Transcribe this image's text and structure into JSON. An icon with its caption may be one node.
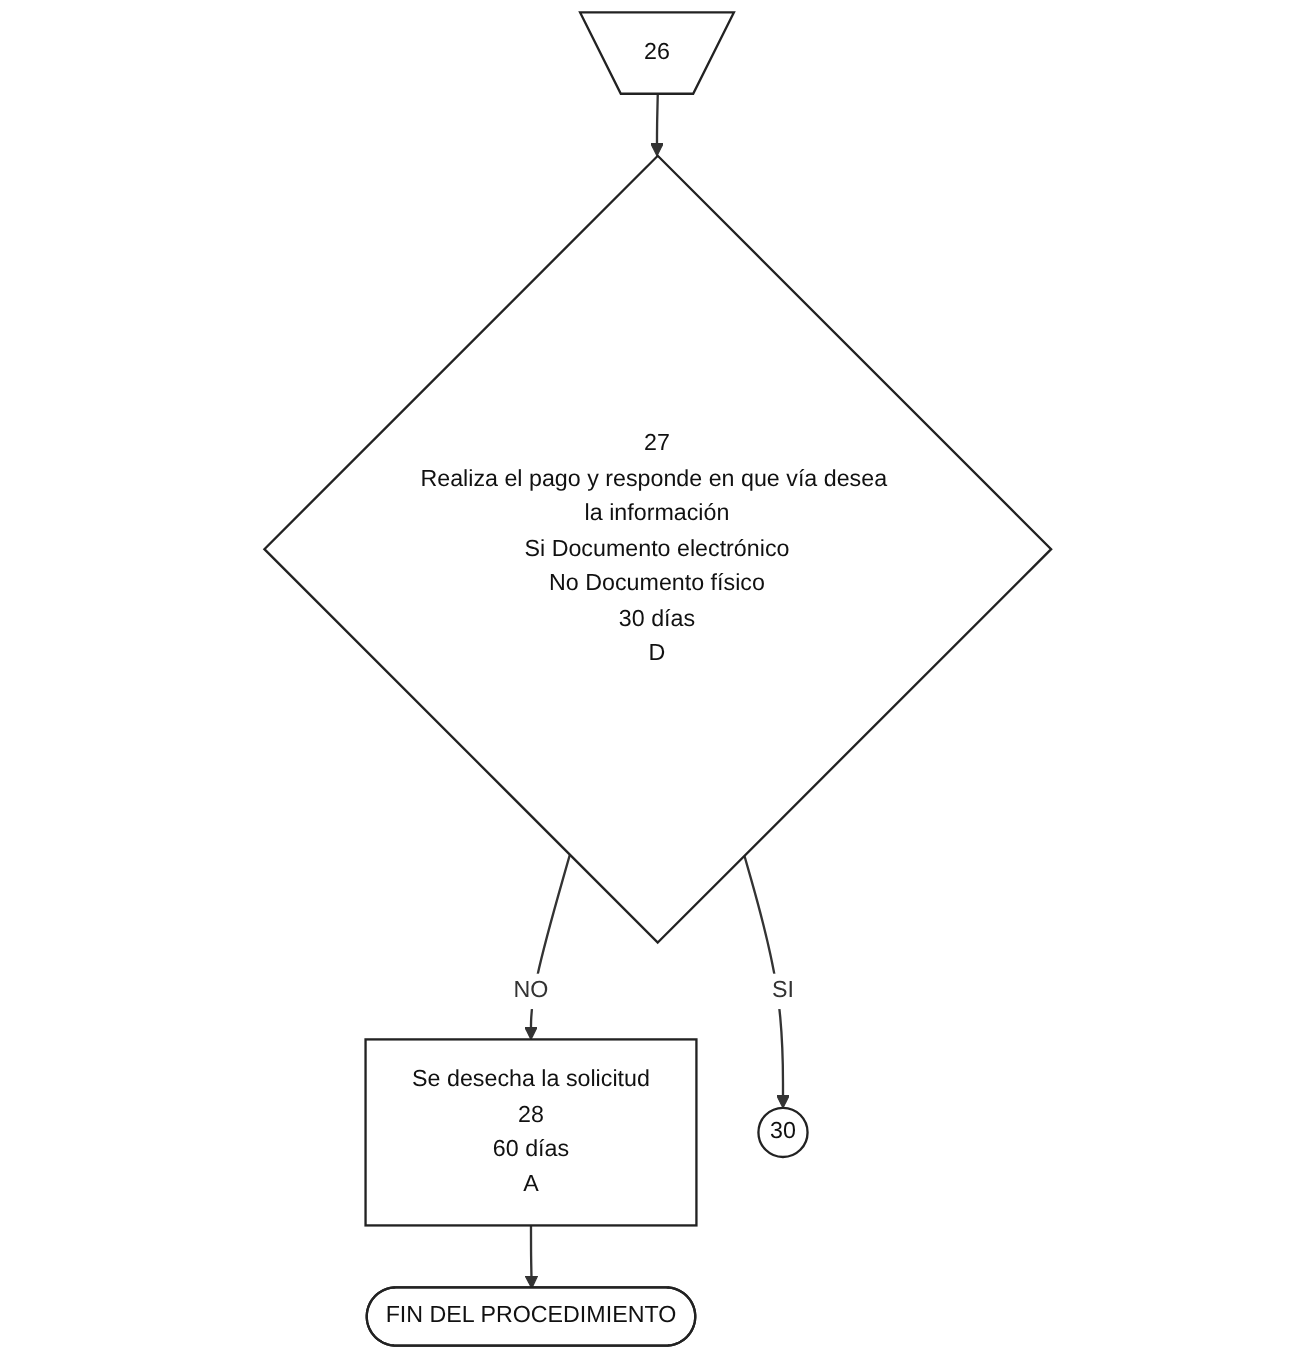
{
  "diagram": {
    "nodes": [
      {
        "text": [
          "26"
        ]
      },
      {
        "text": [
          "27",
          "Realiza el pago y responde en que vía desea la información",
          "Si Documento electrónico",
          "No Documento físico",
          "30 días",
          "D"
        ]
      },
      {
        "text": [
          "Se desecha la solicitud",
          "28",
          "60 días",
          "A"
        ]
      },
      {
        "text": [
          "30"
        ]
      },
      {
        "text": [
          "FIN DEL PROCEDIMIENTO"
        ]
      }
    ],
    "edges": [
      {
        "from": 0,
        "to": 1,
        "arrow": "to"
      },
      {
        "from": 1,
        "to": 3,
        "arrow": "to",
        "label": "SI"
      },
      {
        "from": 1,
        "to": 2,
        "arrow": "to",
        "label": "NO"
      },
      {
        "from": 2,
        "to": 4,
        "arrow": "to"
      }
    ]
  }
}
